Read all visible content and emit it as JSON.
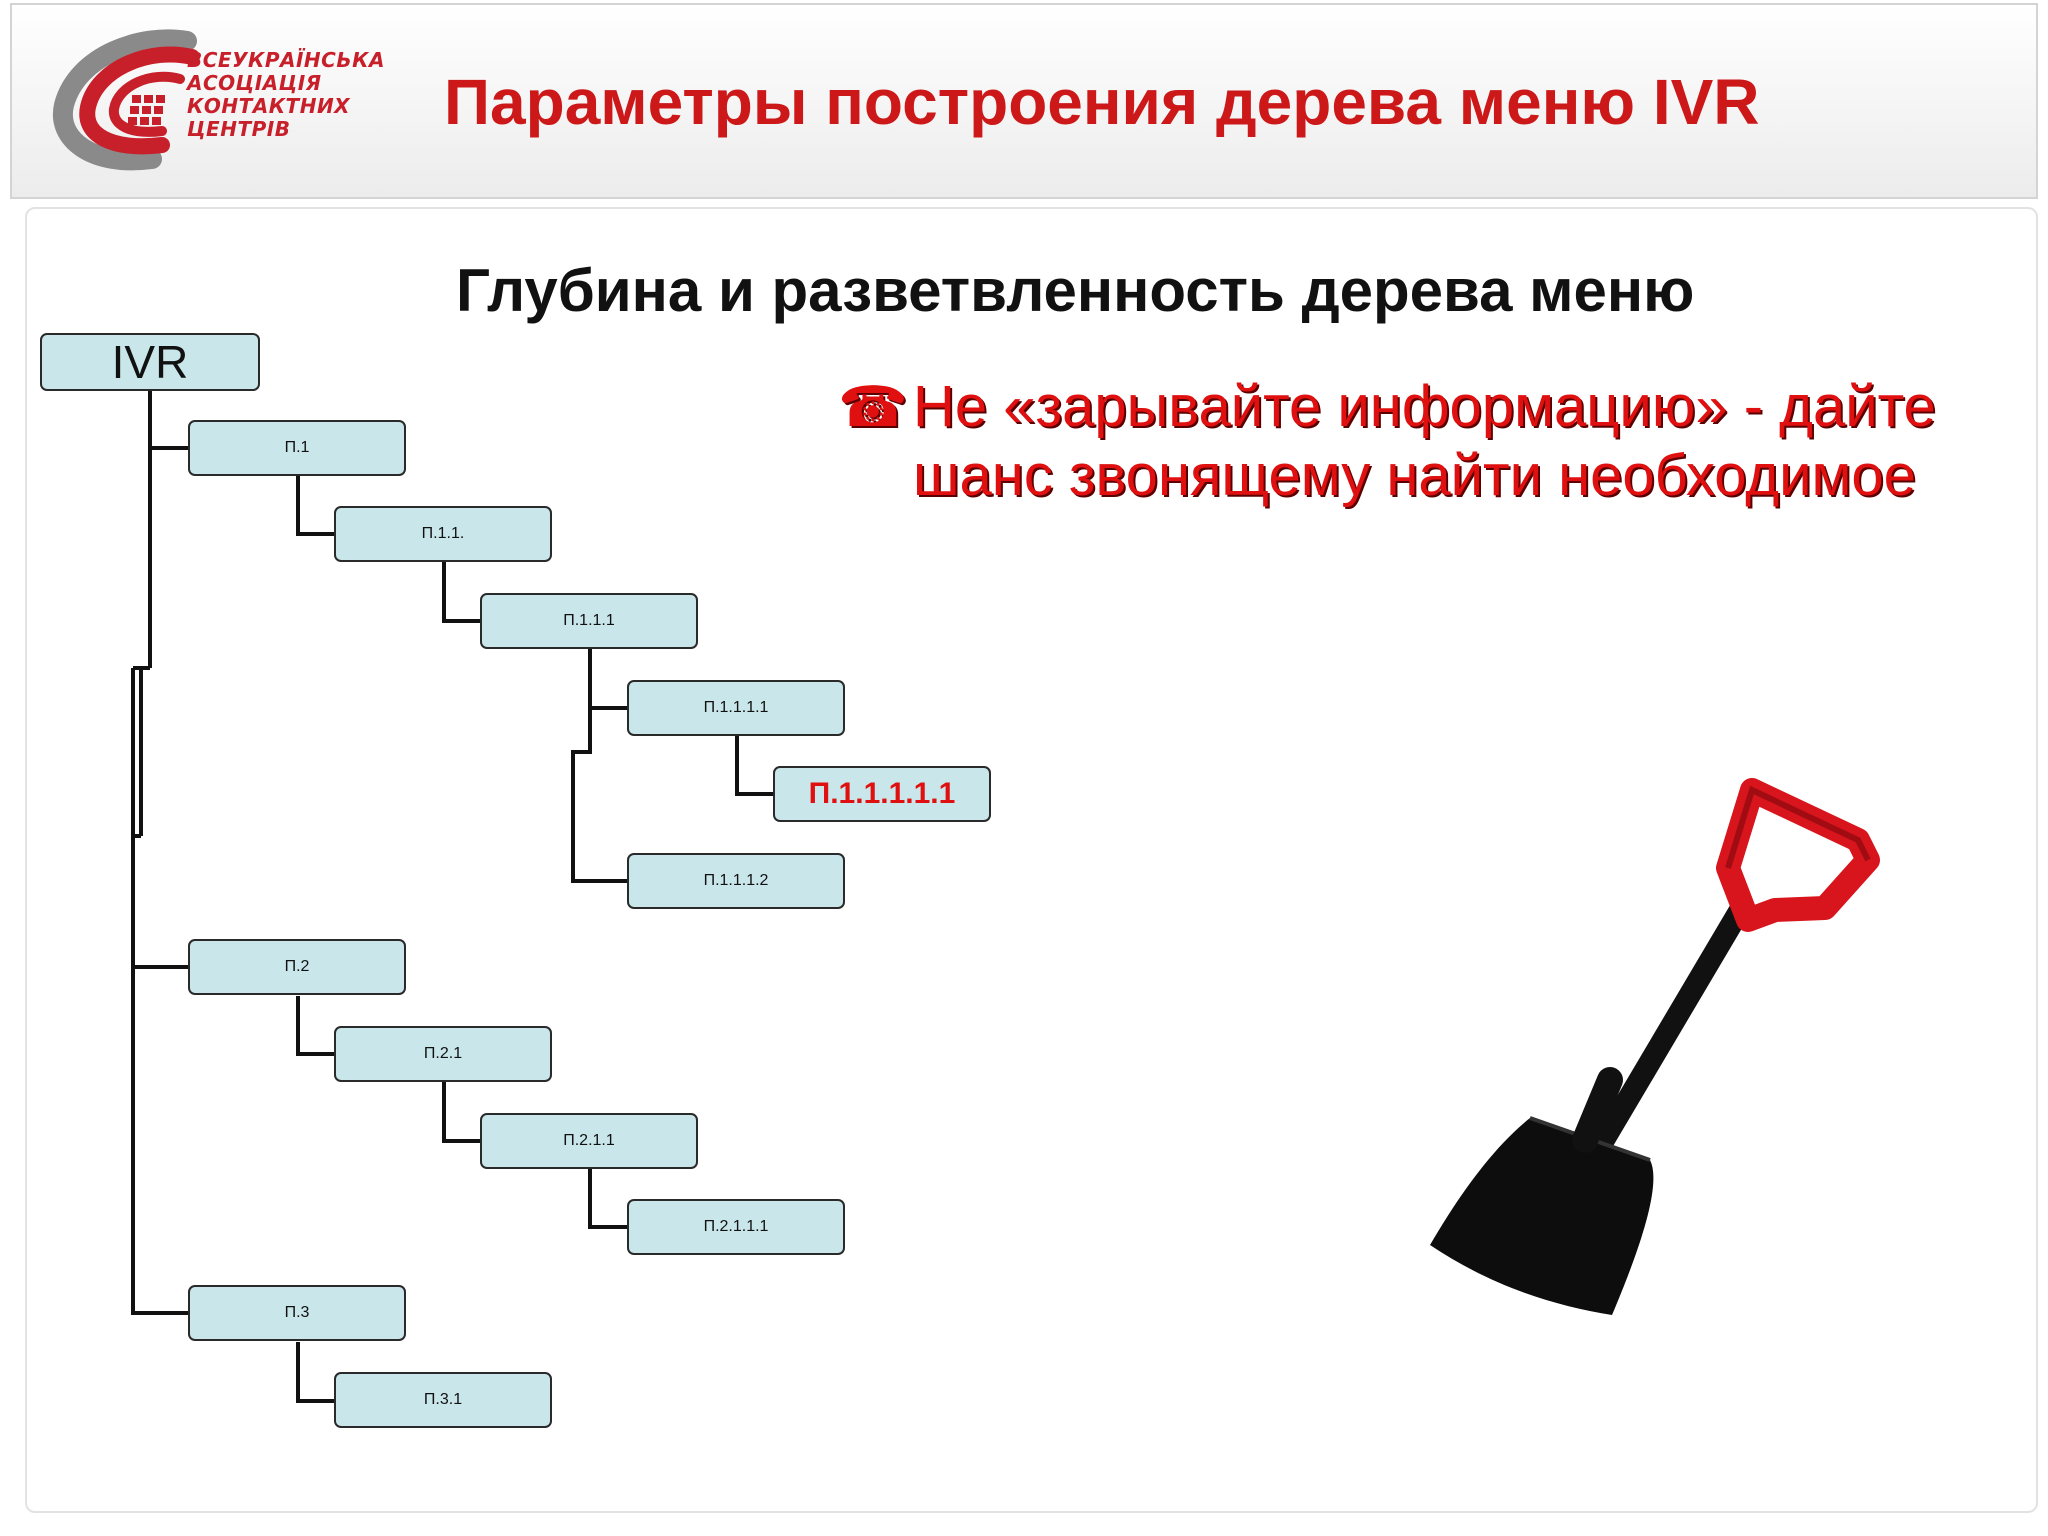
{
  "header": {
    "logo_lines": [
      "ВСЕУКРАЇНСЬКА",
      "АСОЦІАЦІЯ",
      "КОНТАКТНИХ",
      "ЦЕНТРІВ"
    ],
    "title": "Параметры построения дерева меню IVR"
  },
  "subtitle": "Глубина и разветвленность дерева меню",
  "bullet": {
    "icon": "telephone-icon",
    "glyph": "☎",
    "text": "Не «зарывайте информацию» - дайте шанс звонящему найти необходимое"
  },
  "tree": {
    "root": "IVR",
    "nodes": [
      "П.1",
      "П.1.1.",
      "П.1.1.1",
      "П.1.1.1.1",
      "П.1.1.1.1.1",
      "П.1.1.1.2",
      "П.2",
      "П.2.1",
      "П.2.1.1",
      "П.2.1.1.1",
      "П.3",
      "П.3.1"
    ],
    "highlighted": "П.1.1.1.1.1"
  },
  "colors": {
    "brand_red": "#cc1818",
    "bullet_red": "#e01010",
    "node_fill": "#c9e6ea",
    "shovel_handle": "#d8141c",
    "shovel_blade": "#0d0d0d"
  }
}
